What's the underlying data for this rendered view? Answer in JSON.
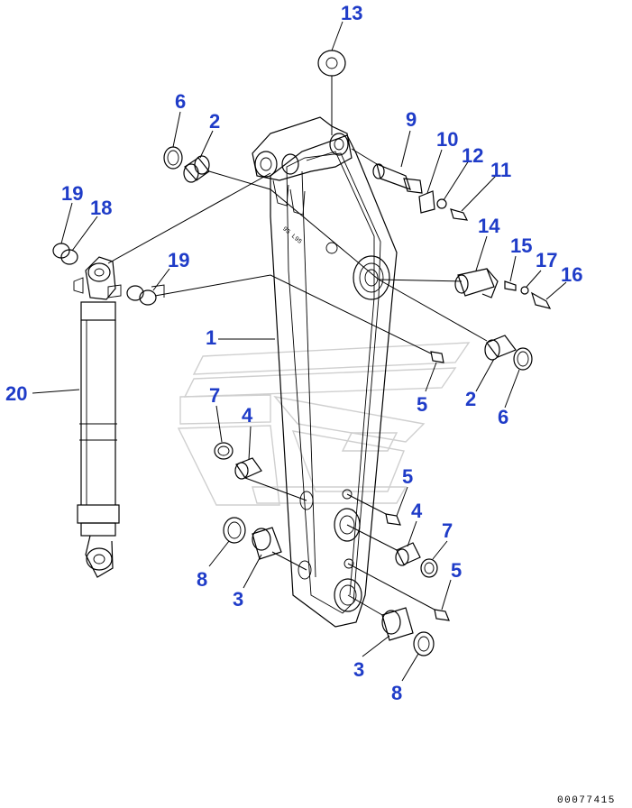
{
  "diagram": {
    "reference_code": "00077415",
    "callouts": [
      {
        "id": "c13",
        "text": "13"
      },
      {
        "id": "c6a",
        "text": "6"
      },
      {
        "id": "c2a",
        "text": "2"
      },
      {
        "id": "c9",
        "text": "9"
      },
      {
        "id": "c10",
        "text": "10"
      },
      {
        "id": "c12",
        "text": "12"
      },
      {
        "id": "c11",
        "text": "11"
      },
      {
        "id": "c19a",
        "text": "19"
      },
      {
        "id": "c18",
        "text": "18"
      },
      {
        "id": "c19b",
        "text": "19"
      },
      {
        "id": "c14",
        "text": "14"
      },
      {
        "id": "c15",
        "text": "15"
      },
      {
        "id": "c17",
        "text": "17"
      },
      {
        "id": "c16",
        "text": "16"
      },
      {
        "id": "c1",
        "text": "1"
      },
      {
        "id": "c20",
        "text": "20"
      },
      {
        "id": "c2b",
        "text": "2"
      },
      {
        "id": "c6b",
        "text": "6"
      },
      {
        "id": "c5a",
        "text": "5"
      },
      {
        "id": "c7a",
        "text": "7"
      },
      {
        "id": "c4a",
        "text": "4"
      },
      {
        "id": "c5b",
        "text": "5"
      },
      {
        "id": "c4b",
        "text": "4"
      },
      {
        "id": "c7b",
        "text": "7"
      },
      {
        "id": "c5c",
        "text": "5"
      },
      {
        "id": "c8a",
        "text": "8"
      },
      {
        "id": "c3a",
        "text": "3"
      },
      {
        "id": "c3b",
        "text": "3"
      },
      {
        "id": "c8b",
        "text": "8"
      }
    ]
  }
}
